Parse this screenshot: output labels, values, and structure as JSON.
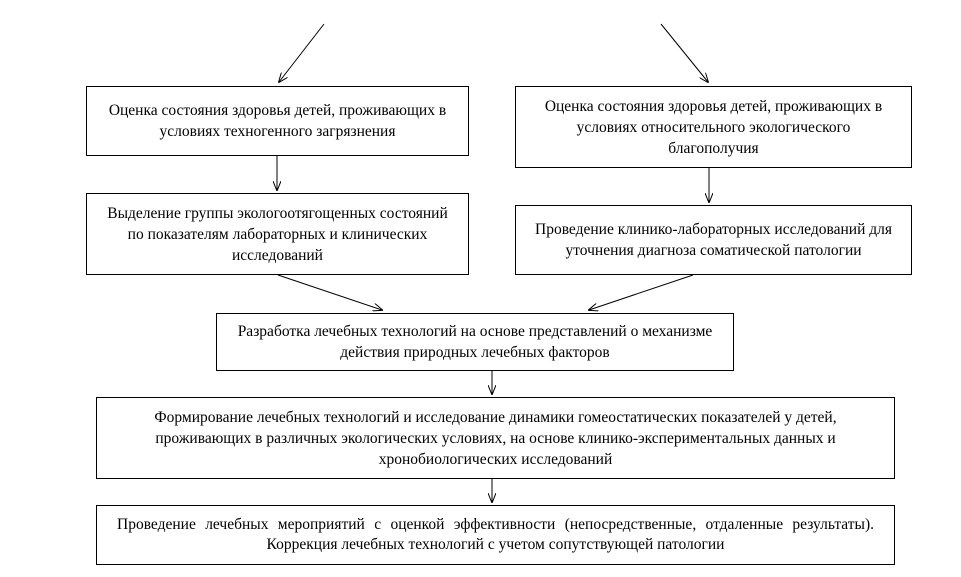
{
  "diagram": {
    "box_assess_polluted": "Оценка состояния здоровья детей, проживающих в условиях техногенного загрязнения",
    "box_assess_favorable": "Оценка состояния здоровья детей, проживающих в условиях относительного экологического благополучия",
    "box_select_group": "Выделение группы экологоотягощенных состояний по показателям лабораторных и клинических исследований",
    "box_clinical_lab": "Проведение клинико-лабораторных исследований для уточнения диагноза соматической патологии",
    "box_develop_tech": "Разработка лечебных технологий на основе представлений о механизме действия природных лечебных факторов",
    "box_form_tech": "Формирование лечебных технологий и исследование динамики гомеостатических показателей у детей, проживающих в различных экологических условиях, на основе клинико-экспериментальных данных и хронобиологических исследований",
    "box_treatment": "Проведение лечебных мероприятий с оценкой эффективности (непосредственные, отдаленные результаты). Коррекция лечебных технологий с учетом сопутствующей патологии"
  }
}
